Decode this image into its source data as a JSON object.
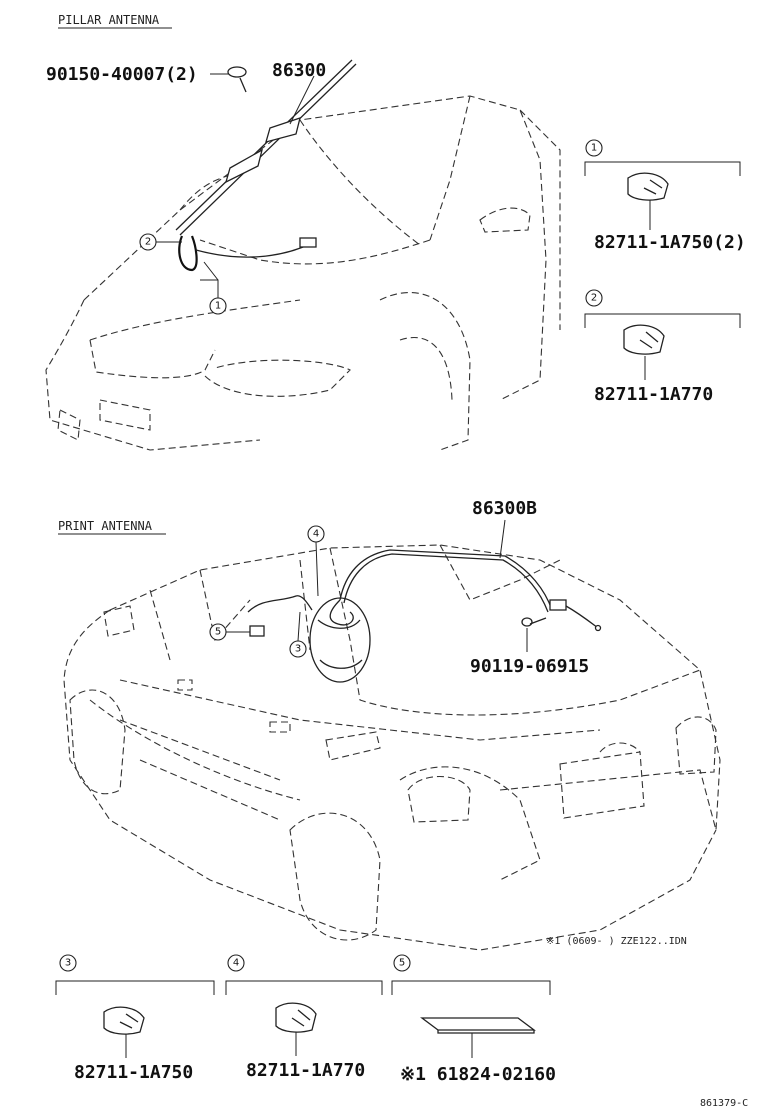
{
  "pillar_section": {
    "title": "PILLAR ANTENNA",
    "antenna_part": "86300",
    "screw_part": "90150-40007(2)",
    "callouts": [
      "1",
      "2"
    ]
  },
  "detail_1": {
    "number": "1",
    "part": "82711-1A750(2)"
  },
  "detail_2": {
    "number": "2",
    "part": "82711-1A770"
  },
  "print_section": {
    "title": "PRINT ANTENNA",
    "antenna_part": "86300B",
    "bolt_part": "90119-06915",
    "callouts": [
      "3",
      "4",
      "5"
    ],
    "note": "※1 (0609- ) ZZE122..IDN"
  },
  "detail_3": {
    "number": "3",
    "part": "82711-1A750"
  },
  "detail_4": {
    "number": "4",
    "part": "82711-1A770"
  },
  "detail_5": {
    "number": "5",
    "part": "※1 61824-02160"
  },
  "figure_code": "861379-C"
}
